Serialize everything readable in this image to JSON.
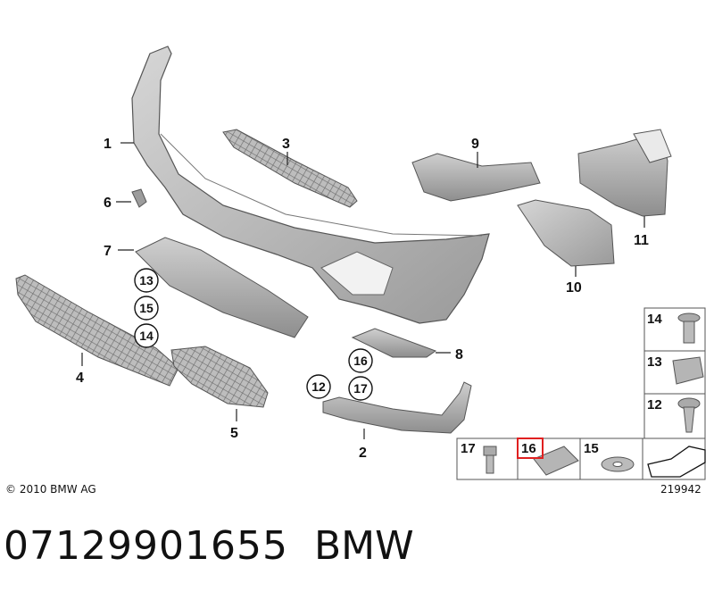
{
  "callouts": {
    "c1": "1",
    "c2": "2",
    "c3": "3",
    "c4": "4",
    "c5": "5",
    "c6": "6",
    "c7": "7",
    "c8": "8",
    "c9": "9",
    "c10": "10",
    "c11": "11"
  },
  "circled": {
    "c13": "13",
    "c15": "15",
    "c14": "14",
    "c16": "16",
    "c12": "12",
    "c17": "17"
  },
  "legend": {
    "l14": "14",
    "l13": "13",
    "l12": "12",
    "l17": "17",
    "l16": "16",
    "l15": "15"
  },
  "highlight_color": "#e02020",
  "copyright": "© 2010 BMW AG",
  "diagram_number": "219942",
  "part_number": "07129901655",
  "brand": "BMW"
}
